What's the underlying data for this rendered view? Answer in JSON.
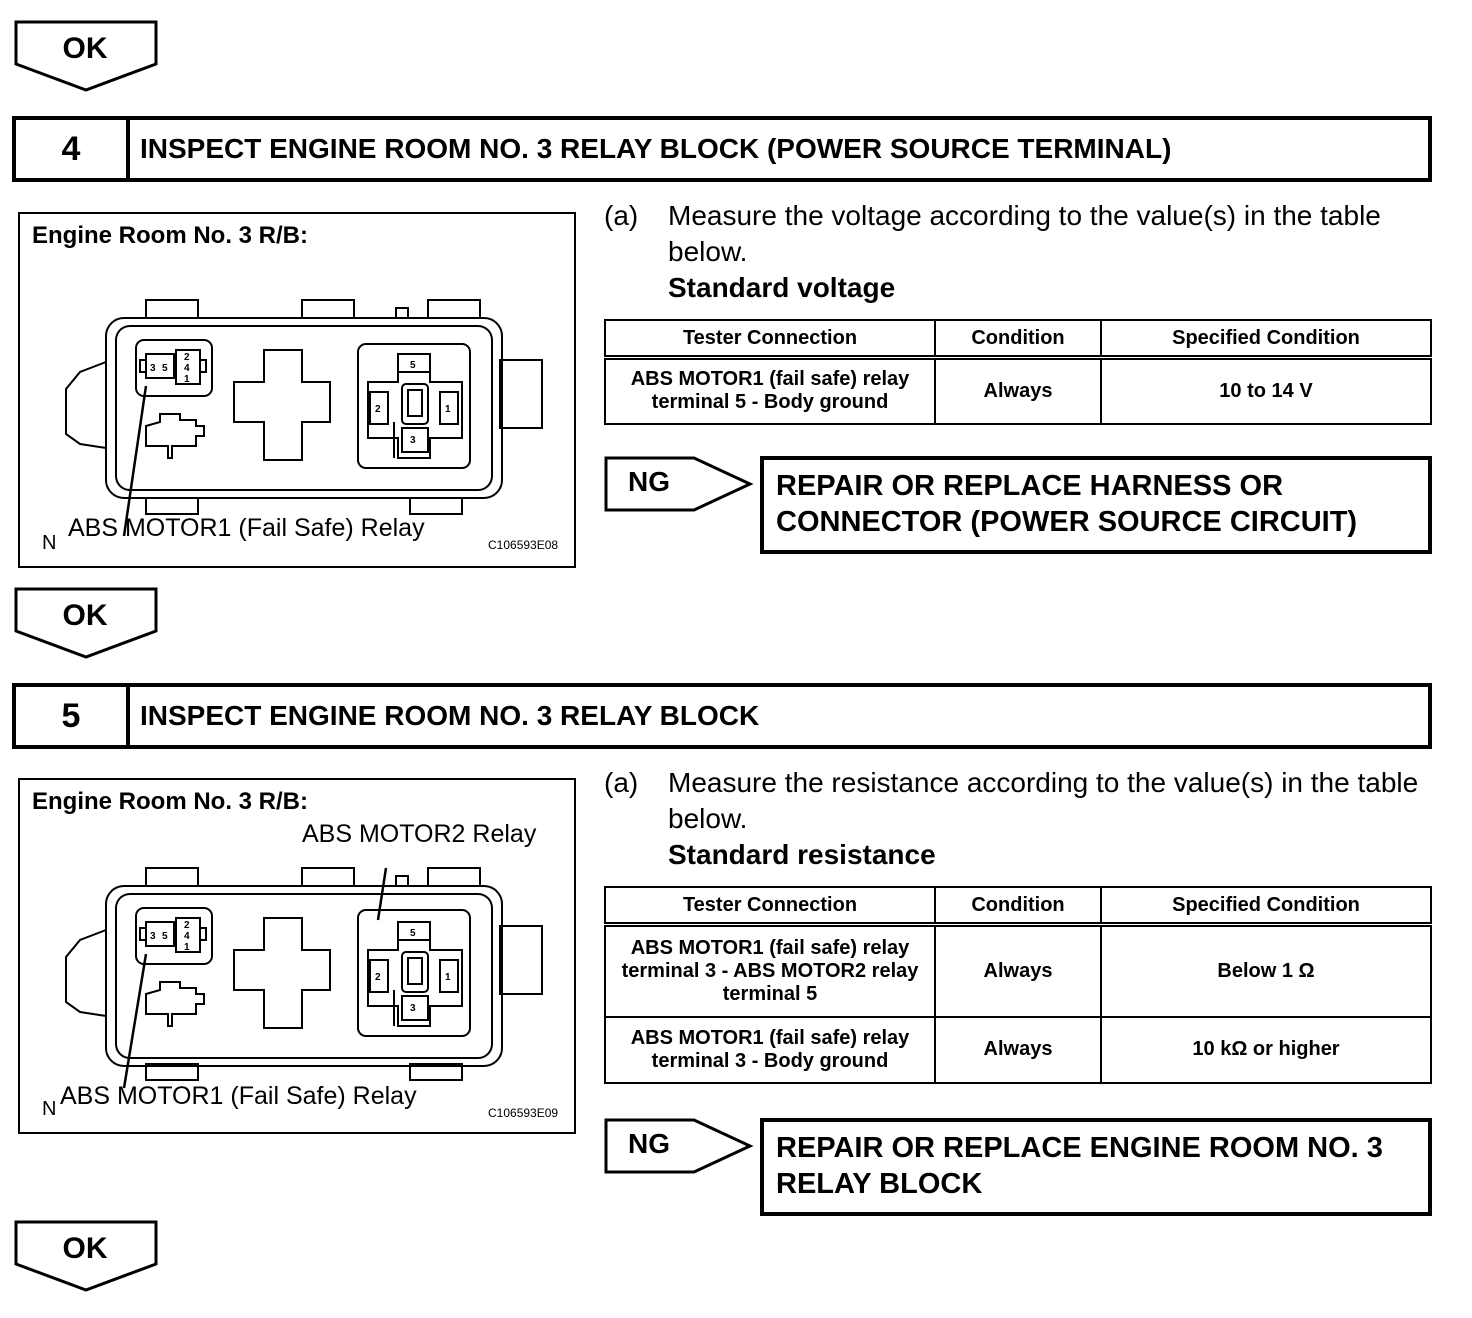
{
  "ok_label": "OK",
  "ng_label": "NG",
  "steps": [
    {
      "number": "4",
      "title": "INSPECT ENGINE ROOM NO. 3 RELAY BLOCK (POWER SOURCE TERMINAL)",
      "figure": {
        "title": "Engine Room No. 3 R/B:",
        "labels": [
          "ABS MOTOR1 (Fail Safe) Relay"
        ],
        "n_mark": "N",
        "code": "C106593E08",
        "pin_labels": [
          "3",
          "5",
          "2",
          "4",
          "1",
          "5",
          "2",
          "1",
          "3"
        ]
      },
      "instruction_tag": "(a)",
      "instruction": "Measure the voltage according to the value(s) in the table below.",
      "standard_title": "Standard voltage",
      "table": {
        "headers": [
          "Tester Connection",
          "Condition",
          "Specified Condition"
        ],
        "rows": [
          [
            "ABS MOTOR1 (fail safe) relay terminal 5 - Body ground",
            "Always",
            "10 to 14 V"
          ]
        ]
      },
      "ng_action": "REPAIR OR REPLACE HARNESS OR CONNECTOR (POWER SOURCE CIRCUIT)"
    },
    {
      "number": "5",
      "title": "INSPECT ENGINE ROOM NO. 3 RELAY BLOCK",
      "figure": {
        "title": "Engine Room No. 3 R/B:",
        "labels": [
          "ABS MOTOR2 Relay",
          "ABS MOTOR1 (Fail Safe) Relay"
        ],
        "n_mark": "N",
        "code": "C106593E09",
        "pin_labels": [
          "3",
          "5",
          "2",
          "4",
          "1",
          "5",
          "2",
          "1",
          "3"
        ]
      },
      "instruction_tag": "(a)",
      "instruction": "Measure the resistance according to the value(s) in the table below.",
      "standard_title": "Standard resistance",
      "table": {
        "headers": [
          "Tester Connection",
          "Condition",
          "Specified Condition"
        ],
        "rows": [
          [
            "ABS MOTOR1 (fail safe) relay terminal 3 - ABS MOTOR2 relay terminal 5",
            "Always",
            "Below 1 Ω"
          ],
          [
            "ABS MOTOR1 (fail safe) relay terminal 3 - Body ground",
            "Always",
            "10 kΩ or higher"
          ]
        ]
      },
      "ng_action": "REPAIR OR REPLACE ENGINE ROOM NO. 3 RELAY BLOCK"
    }
  ]
}
